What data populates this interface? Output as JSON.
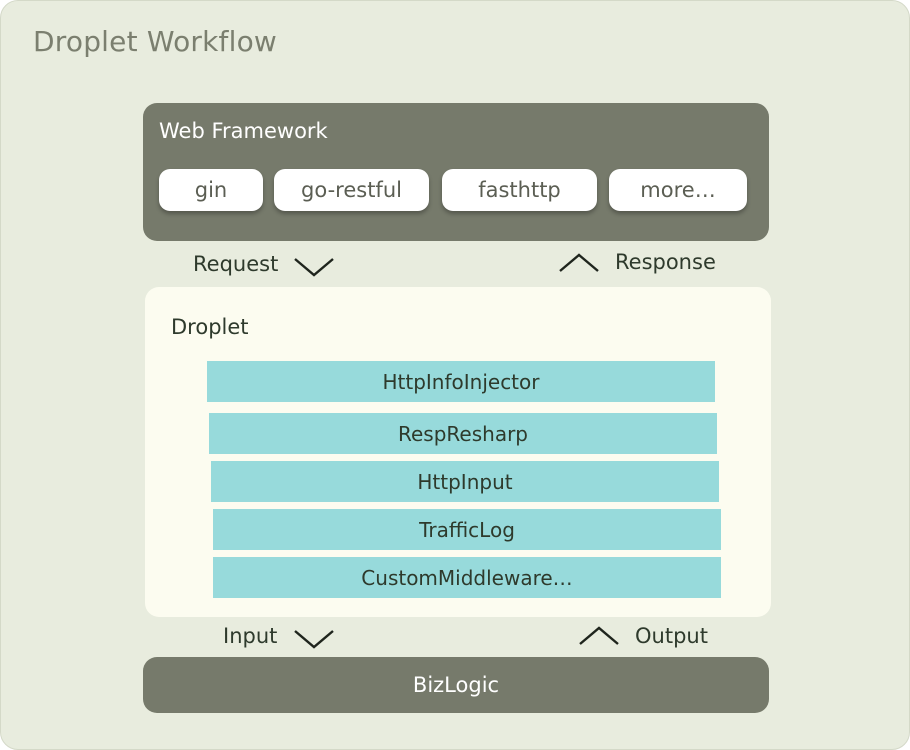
{
  "title": "Droplet Workflow",
  "web_framework": {
    "title": "Web Framework",
    "chips": [
      "gin",
      "go-restful",
      "fasthttp",
      "more…"
    ]
  },
  "flow_top": {
    "left": "Request",
    "right": "Response"
  },
  "droplet": {
    "title": "Droplet",
    "middlewares": [
      "HttpInfoInjector",
      "RespResharp",
      "HttpInput",
      "TrafficLog",
      "CustomMiddleware…"
    ]
  },
  "flow_bottom": {
    "left": "Input",
    "right": "Output"
  },
  "bizlogic": {
    "label": "BizLogic"
  },
  "colors": {
    "background": "#e8ecde",
    "dark_panel": "#767a6b",
    "light_panel": "#fcfcf0",
    "middleware": "#97dadb",
    "text": "#2e3a2c"
  }
}
